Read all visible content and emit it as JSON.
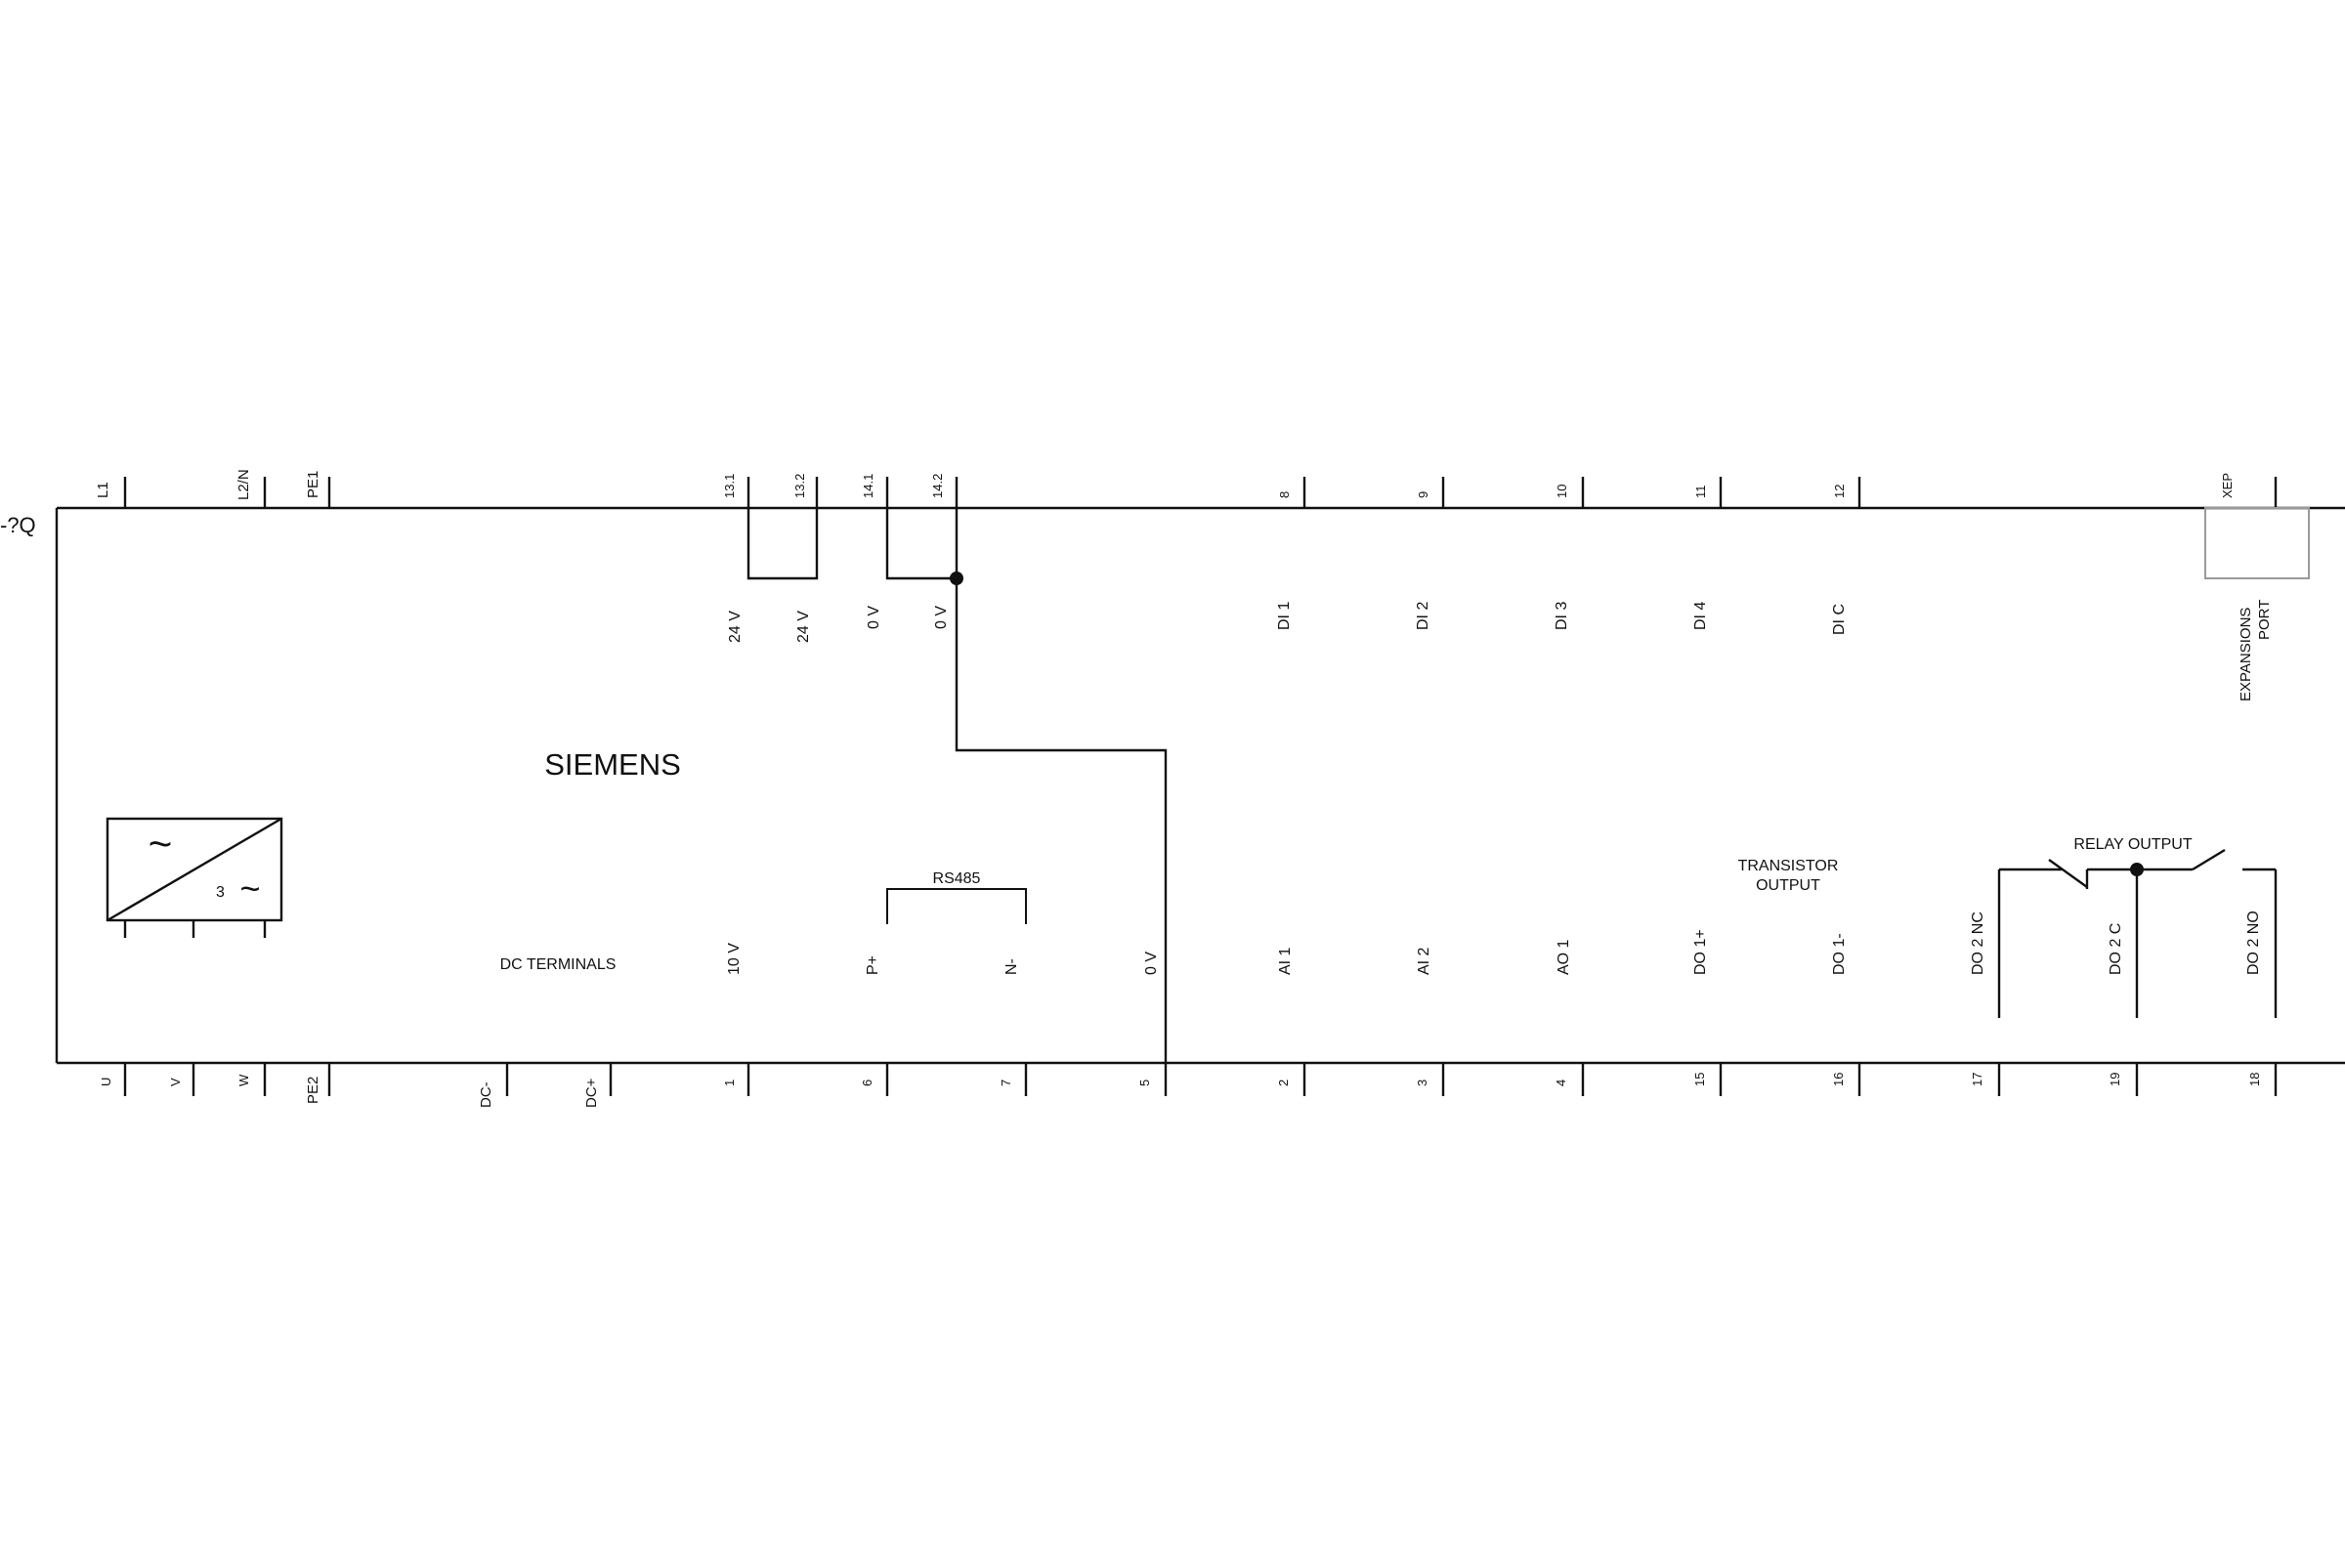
{
  "device": {
    "designation": "-?Q",
    "brand": "SIEMENS"
  },
  "top_terminals": [
    "L1",
    "L2/N",
    "PE1",
    "13.1",
    "13.2",
    "14.1",
    "14.2",
    "8",
    "9",
    "10",
    "11",
    "12",
    "XEP"
  ],
  "bottom_terminals": [
    "U",
    "V",
    "W",
    "PE2",
    "DC-",
    "DC+",
    "1",
    "6",
    "7",
    "5",
    "2",
    "3",
    "4",
    "15",
    "16",
    "17",
    "19",
    "18"
  ],
  "upper_signals": [
    "24 V",
    "24 V",
    "0 V",
    "0 V",
    "DI 1",
    "DI 2",
    "DI 3",
    "DI 4",
    "DI C"
  ],
  "lower_signals": [
    "10 V",
    "P+",
    "N-",
    "0 V",
    "AI 1",
    "AI 2",
    "AO 1",
    "DO 1+",
    "DO 1-",
    "DO 2 NC",
    "DO 2 C",
    "DO 2 NO"
  ],
  "converter_symbol": {
    "phases": "3",
    "ac_glyph": "~"
  },
  "labels": {
    "expansion_port_line1": "EXPANSIONS",
    "expansion_port_line2": "PORT",
    "dc_terminals": "DC TERMINALS",
    "rs485": "RS485",
    "transistor_output_line1": "TRANSISTOR",
    "transistor_output_line2": "OUTPUT",
    "relay_output": "RELAY OUTPUT"
  }
}
